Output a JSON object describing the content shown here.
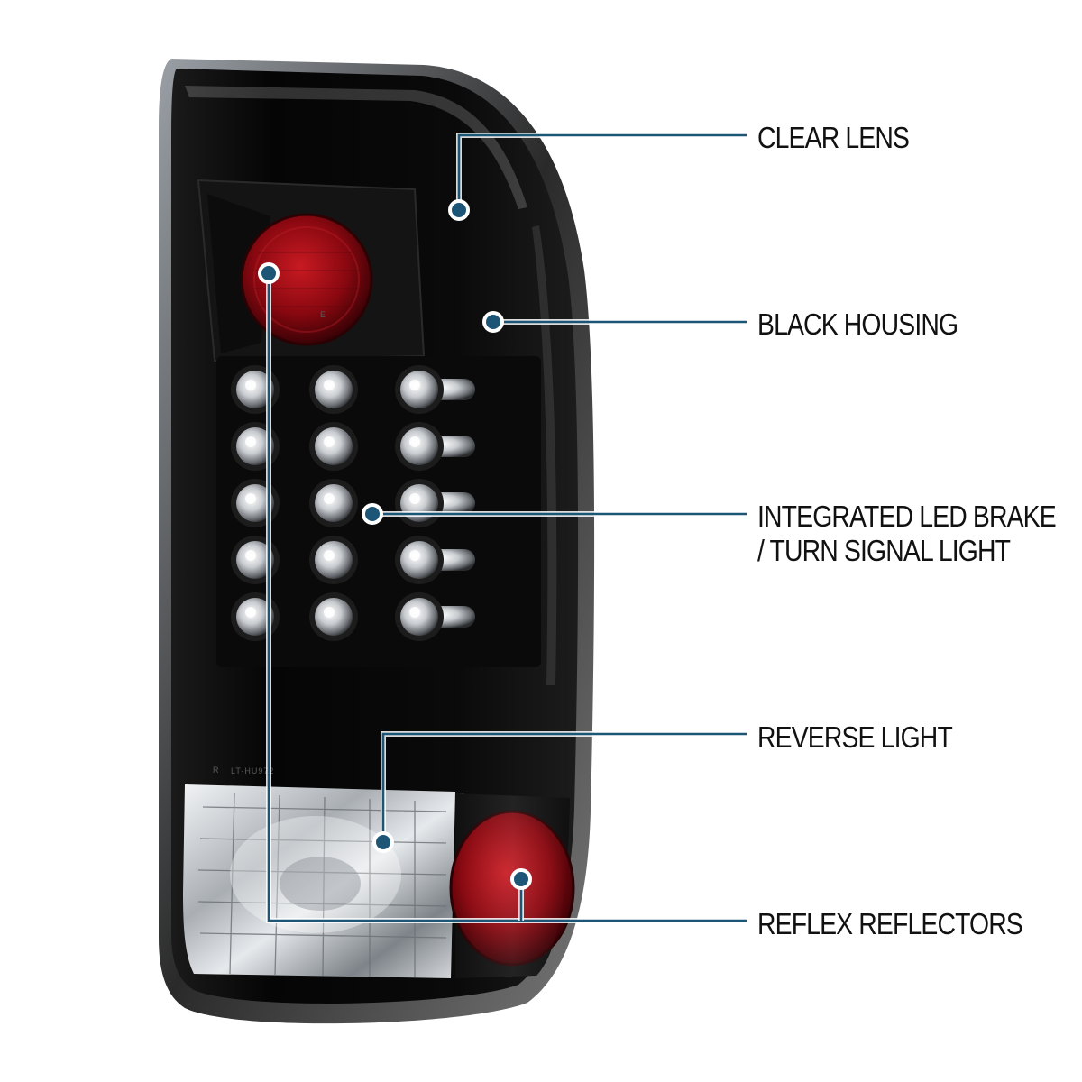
{
  "labels": {
    "clear_lens": "CLEAR LENS",
    "black_housing": "BLACK HOUSING",
    "led_line1": "INTEGRATED LED BRAKE",
    "led_line2": "/ TURN SIGNAL LIGHT",
    "reverse_light": "REVERSE LIGHT",
    "reflex_reflectors": "REFLEX REFLECTORS"
  },
  "colors": {
    "callout": "#1d5577",
    "housing": "#060606",
    "reflector_red": "#9b0a12",
    "chrome": "#cfd3d7"
  }
}
